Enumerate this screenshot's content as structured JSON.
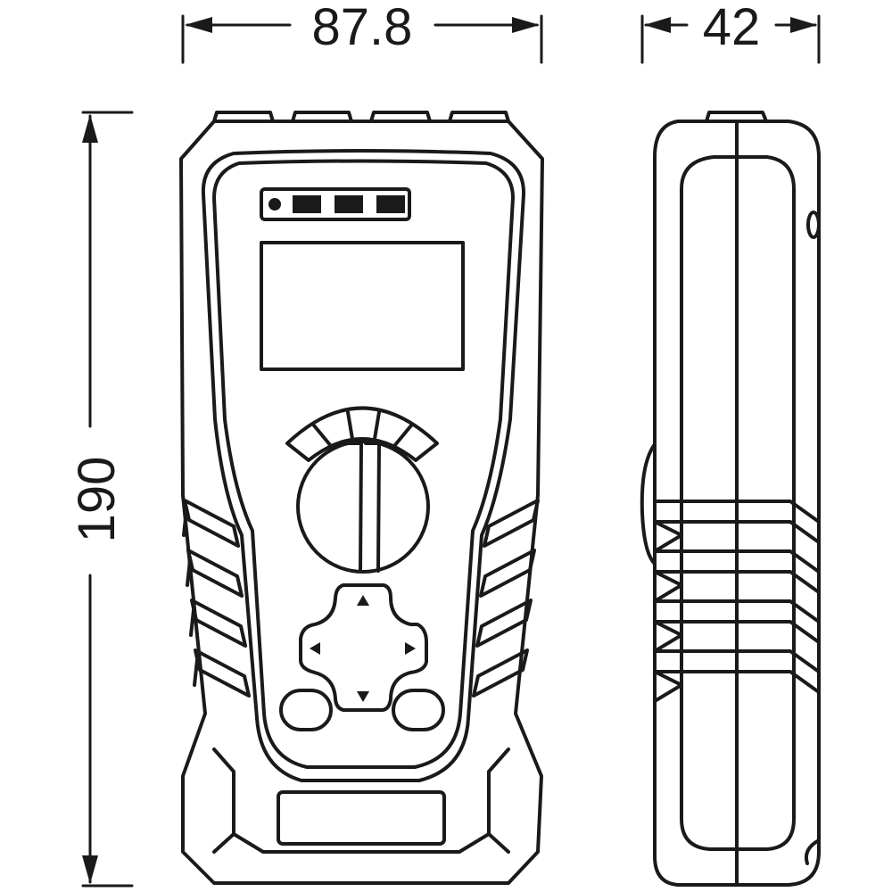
{
  "dimensions": {
    "width": "87.8",
    "depth": "42",
    "height": "190"
  },
  "colors": {
    "line": "#1a1a1a",
    "background": "#ffffff"
  }
}
